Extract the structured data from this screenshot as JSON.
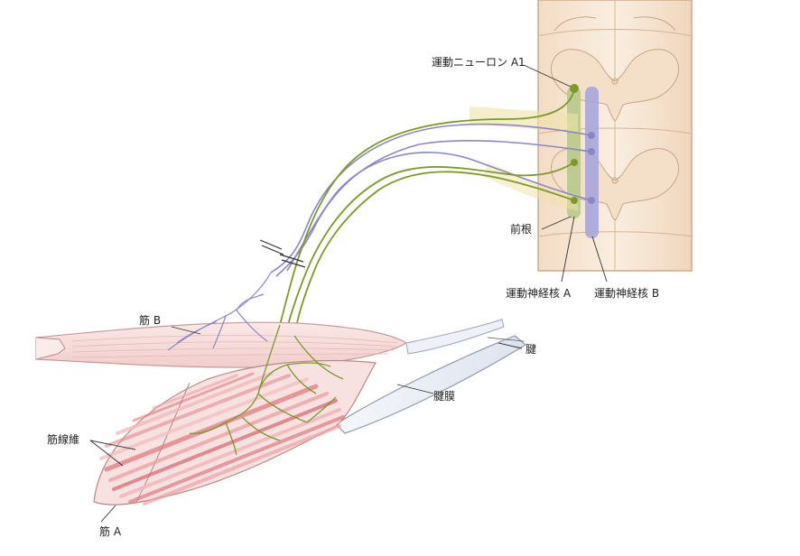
{
  "labels": {
    "motor_neuron_a1": "運動ニューロン A1",
    "ventral_root": "前根",
    "motor_nucleus_a": "運動神経核 A",
    "motor_nucleus_b": "運動神経核 B",
    "muscle_b": "筋 B",
    "tendon": "腱",
    "tendon_membrane": "腱膜",
    "muscle_fiber": "筋線維",
    "muscle_a": "筋 A"
  },
  "colors": {
    "spinal_cord": "#f7e6d3",
    "gray_matter": "#f2dcc6",
    "nerve_a": "#7c9a2c",
    "nerve_b": "#8b87c7",
    "nucleus_a": "#b8c98a",
    "nucleus_b": "#a8a6dc",
    "muscle_fiber_red": "#e0747a",
    "muscle_pink": "#f4d7d6"
  }
}
